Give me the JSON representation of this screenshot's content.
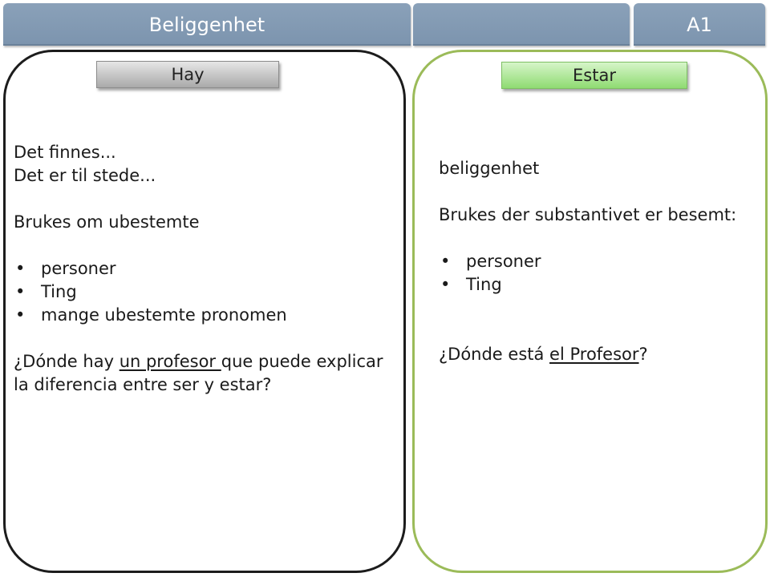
{
  "header": {
    "tabs": [
      {
        "label": "Beliggenhet"
      },
      {
        "label": ""
      },
      {
        "label": "A1"
      }
    ]
  },
  "left_panel": {
    "badge": "Hay",
    "lines": [
      "Det finnes...",
      "Det er til stede..."
    ],
    "intro": "Brukes om ubestemte",
    "bullets": [
      "personer",
      "Ting",
      "mange ubestemte pronomen"
    ],
    "example": {
      "before": "¿Dónde hay ",
      "underlined": "un profesor ",
      "after": "que puede explicar la diferencia entre ser y estar?"
    }
  },
  "right_panel": {
    "badge": "Estar",
    "heading": "beliggenhet",
    "intro": "Brukes der substantivet er besemt:",
    "bullets": [
      "personer",
      "Ting"
    ],
    "example": {
      "before": "¿Dónde está ",
      "underlined": "el Profesor",
      "after": "?"
    }
  },
  "colors": {
    "tab_background": "#7f97b0",
    "left_border": "#1c1c1c",
    "right_border": "#9bbb59",
    "hay_badge": "#c8c8c8",
    "estar_badge": "#a8e48e"
  }
}
